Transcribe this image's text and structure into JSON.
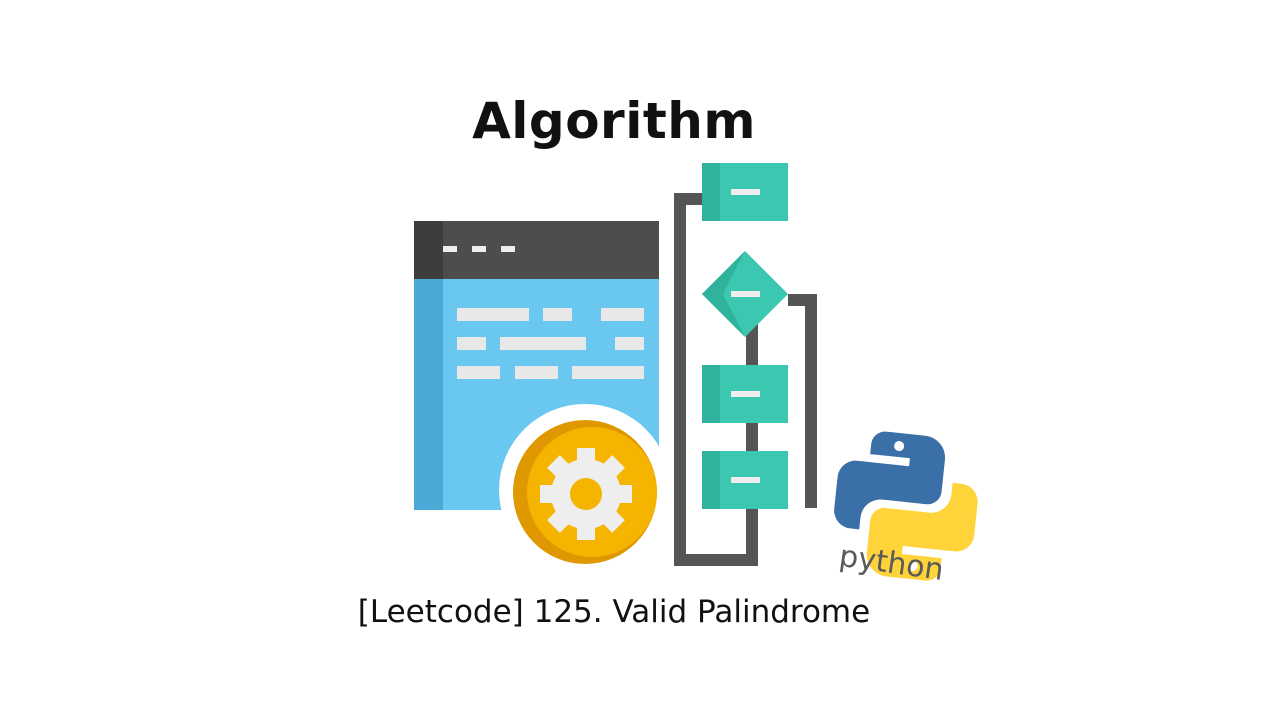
{
  "heading": "Algorithm",
  "subtitle": "[Leetcode] 125. Valid Palindrome",
  "python_logo_text": "python",
  "colors": {
    "window_header": "#4d4d4d",
    "window_body": "#6ac7f0",
    "window_side": "#4aa9d6",
    "flow_box": "#3cc7b0",
    "flow_line": "#555555",
    "gear_coin": "#f5b400",
    "python_blue": "#3a6fa8",
    "python_yellow": "#ffd43b"
  }
}
